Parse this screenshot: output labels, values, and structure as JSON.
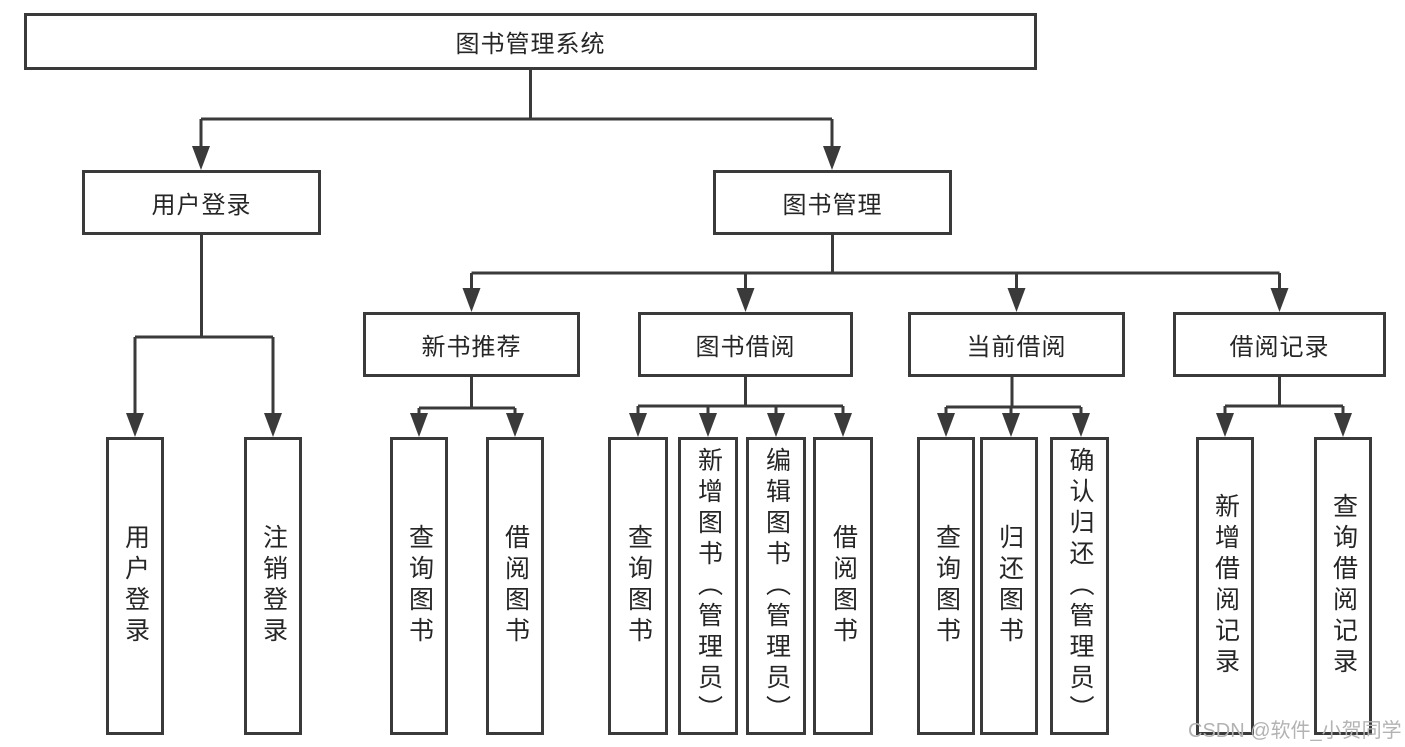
{
  "tree": {
    "root": "图书管理系统",
    "branches": [
      {
        "label": "用户登录",
        "children": [
          "用户登录",
          "注销登录"
        ]
      },
      {
        "label": "图书管理",
        "groups": [
          {
            "label": "新书推荐",
            "children": [
              "查询图书",
              "借阅图书"
            ]
          },
          {
            "label": "图书借阅",
            "children": [
              "查询图书",
              "新增图书（管理员）",
              "编辑图书（管理员）",
              "借阅图书"
            ]
          },
          {
            "label": "当前借阅",
            "children": [
              "查询图书",
              "归还图书",
              "确认归还（管理员）"
            ]
          },
          {
            "label": "借阅记录",
            "children": [
              "新增借阅记录",
              "查询借阅记录"
            ]
          }
        ]
      }
    ]
  },
  "watermark": {
    "text": "CSDN @软件_小贺同学",
    "color": "#b3b3b3"
  },
  "colors": {
    "line": "#3a3a3a",
    "box_border": "#3a3a3a",
    "text": "#262626",
    "background": "#ffffff"
  }
}
